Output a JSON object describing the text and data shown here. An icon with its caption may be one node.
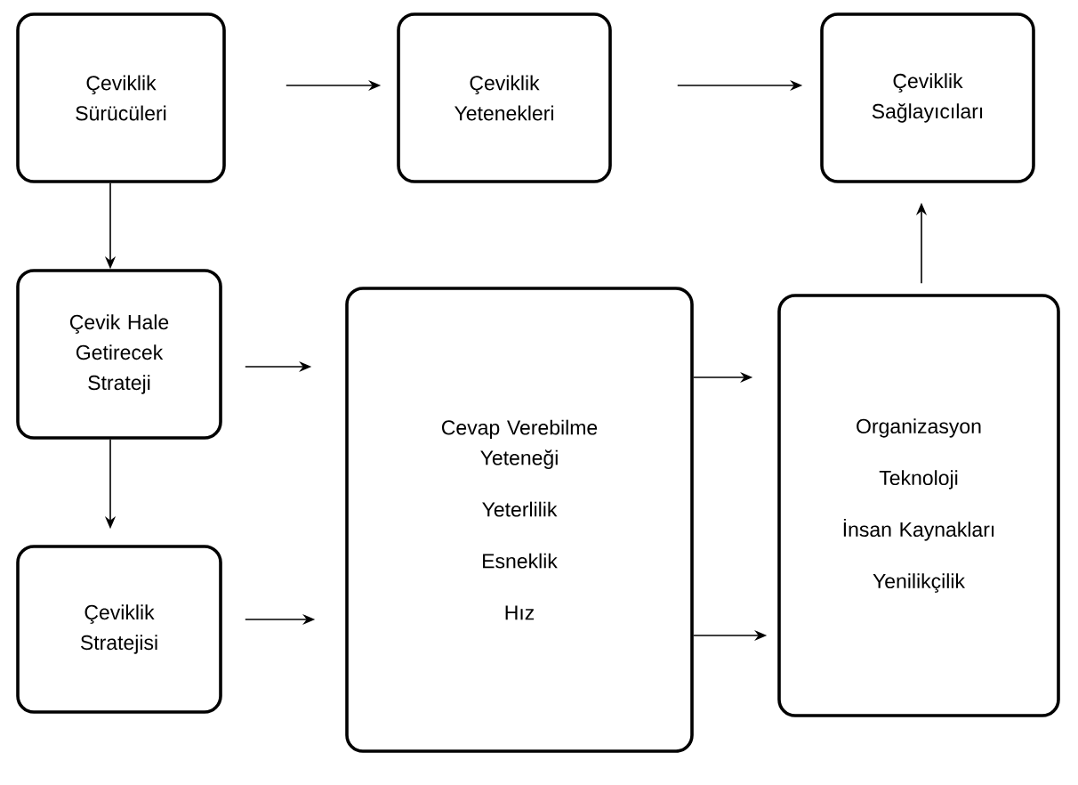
{
  "diagram": {
    "nodes": [
      {
        "text": [
          "Çeviklik Sürücüleri"
        ]
      },
      {
        "text": [
          "Çeviklik Yetenekleri"
        ]
      },
      {
        "text": [
          "Çeviklik Sağlayıcıları"
        ]
      },
      {
        "text": [
          "Çevik Hale Getirecek Strateji"
        ]
      },
      {
        "text": [
          "Cevap Verebilme Yeteneği",
          "Yeterlilik",
          "Esneklik",
          "Hız"
        ]
      },
      {
        "text": [
          "Organizasyon",
          "Teknoloji",
          "İnsan Kaynakları",
          "Yenilikçilik"
        ]
      },
      {
        "text": [
          "Çeviklik Stratejisi"
        ]
      }
    ],
    "edges": [
      {
        "from": 0,
        "to": 1,
        "arrow": "to"
      },
      {
        "from": 1,
        "to": 2,
        "arrow": "to"
      },
      {
        "from": 0,
        "to": 3,
        "arrow": "to"
      },
      {
        "from": 3,
        "to": 4,
        "arrow": "to"
      },
      {
        "from": 3,
        "to": 6,
        "arrow": "to"
      },
      {
        "from": 6,
        "to": 4,
        "arrow": "to"
      },
      {
        "from": 4,
        "to": 5,
        "arrow": "to"
      },
      {
        "from": 4,
        "to": 5,
        "arrow": "to"
      },
      {
        "from": 5,
        "to": 2,
        "arrow": "to"
      }
    ]
  }
}
